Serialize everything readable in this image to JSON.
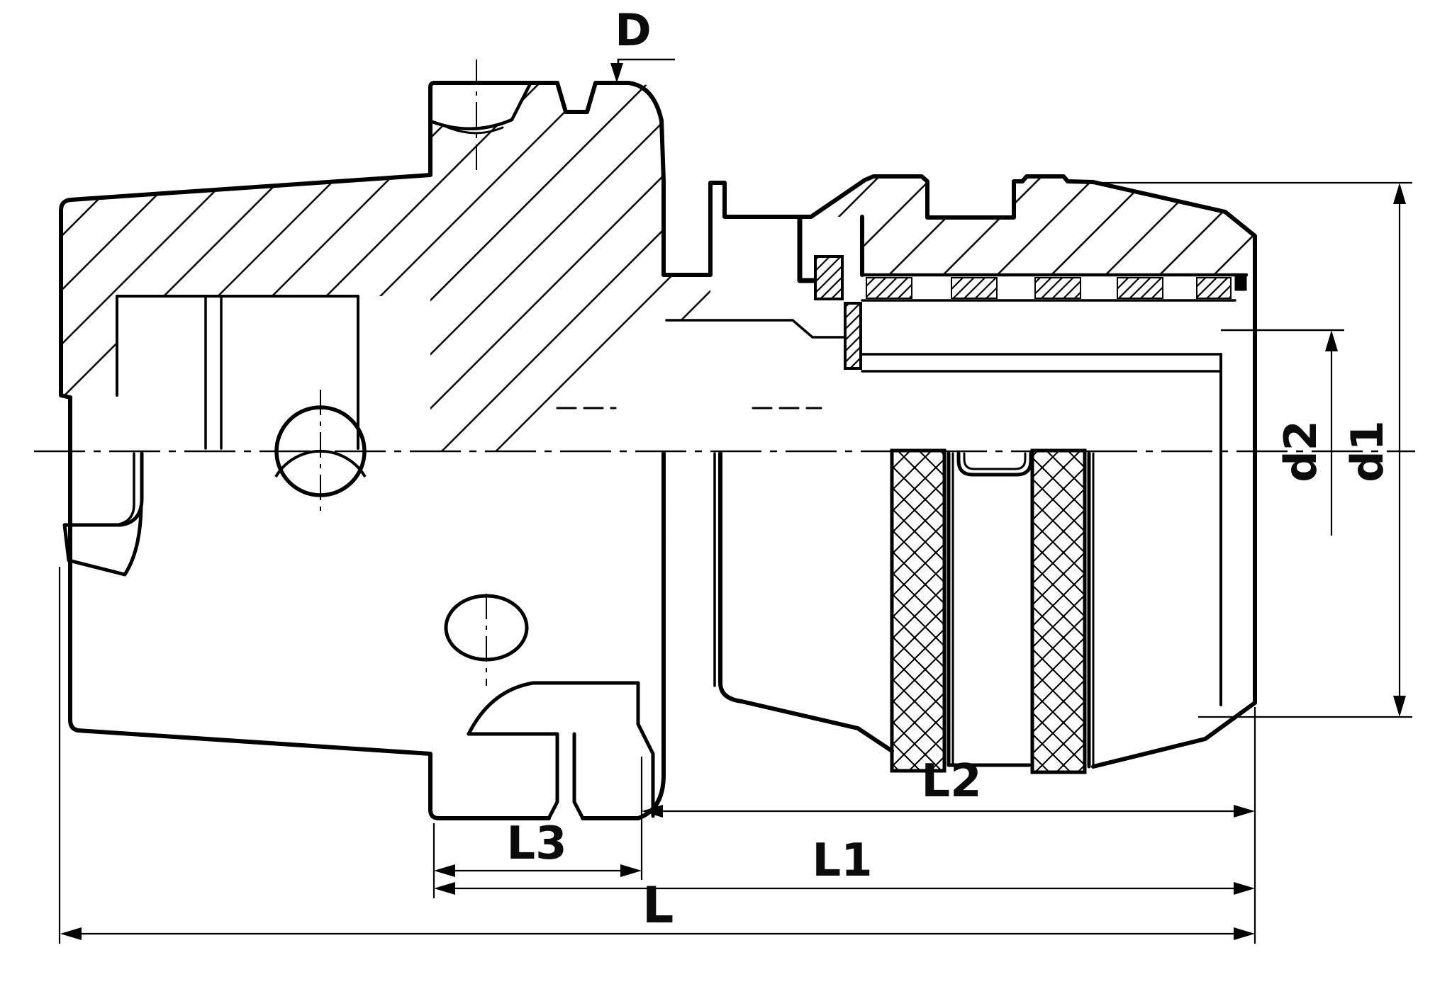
{
  "drawing": {
    "kind": "technical section drawing",
    "subject": "HSK shank hydraulic/drill chuck tool holder, half-section view",
    "background_color": "#ffffff",
    "line_color": "#000000",
    "labels": {
      "D": "D",
      "d1": "d1",
      "d2": "d2",
      "L": "L",
      "L1": "L1",
      "L2": "L2",
      "L3": "L3"
    }
  }
}
